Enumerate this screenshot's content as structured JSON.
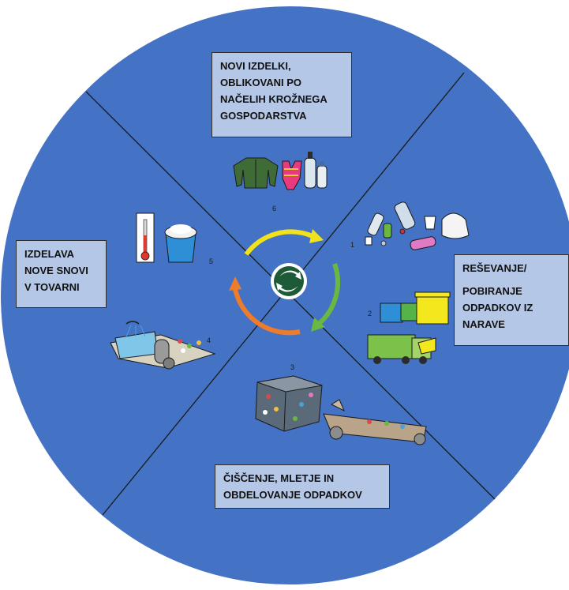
{
  "colors": {
    "circle": "#4472c4",
    "label_box": "#b4c7e7",
    "divider": "#1a1a1a",
    "arrow_yellow": "#f2e21a",
    "arrow_green": "#6ab83f",
    "arrow_orange": "#ee7c2a",
    "center_badge": "#1d5a37"
  },
  "labels": {
    "new_products": [
      "NOVI  IZDELKI,",
      "OBLIKOVANI PO",
      "NAČELIH KROŽNEGA",
      "GOSPODARSTVA"
    ],
    "collection_title": "REŠEVANJE/",
    "collection_rest": [
      "POBIRANJE",
      "ODPADKOV IZ",
      "NARAVE"
    ],
    "processing": [
      "ČIŠČENJE, MLETJE IN",
      "OBDELOVANJE ODPADKOV"
    ],
    "manufacturing": [
      "IZDELAVA",
      "NOVE SNOVI",
      "V TOVARNI"
    ]
  },
  "step_numbers": [
    "1",
    "2",
    "3",
    "4",
    "5",
    "6"
  ],
  "icons": {
    "center": "recycling-badge-icon",
    "step1": "litter-bottles-cans-icon",
    "step2": "bins-and-garbage-truck-icon",
    "step3": "compressed-bale-and-conveyor-icon",
    "step4": "washing-conveyor-icon",
    "step5": "thermometer-and-pellet-bucket-icon",
    "step6": "jacket-swimsuit-bottles-icon"
  }
}
